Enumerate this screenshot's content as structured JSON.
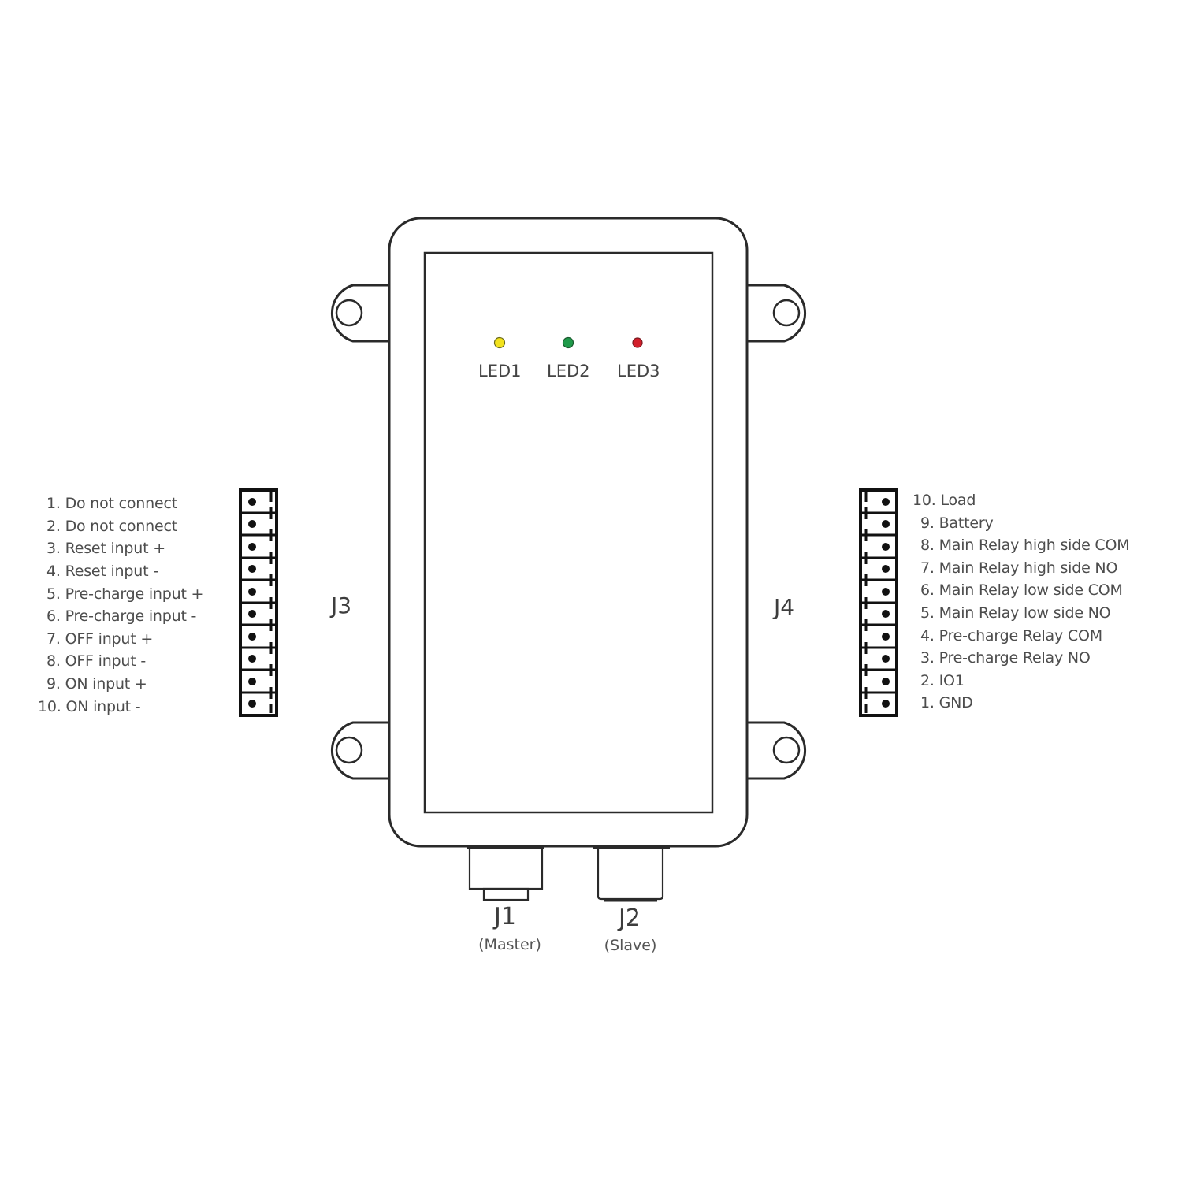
{
  "device": {
    "leds": [
      {
        "label": "LED1",
        "color": "#f2e21c"
      },
      {
        "label": "LED2",
        "color": "#1f9a4a"
      },
      {
        "label": "LED3",
        "color": "#d21f2b"
      }
    ],
    "ports": [
      {
        "label": "J1",
        "sub": "(Master)"
      },
      {
        "label": "J2",
        "sub": "(Slave)"
      }
    ]
  },
  "j3": {
    "label": "J3",
    "pins": [
      "1. Do not connect",
      "2. Do not connect",
      "3. Reset input +",
      "4. Reset input -",
      "5. Pre-charge input +",
      "6. Pre-charge input -",
      "7. OFF input +",
      "8. OFF input -",
      "9. ON input +",
      "10. ON input -"
    ]
  },
  "j4": {
    "label": "J4",
    "pins": [
      "10. Load",
      "9. Battery",
      "8. Main Relay high side COM",
      "7. Main Relay high side NO",
      "6. Main Relay low side COM",
      "5. Main Relay low side NO",
      "4. Pre-charge Relay COM",
      "3. Pre-charge Relay NO",
      "2. IO1",
      "1. GND"
    ]
  }
}
